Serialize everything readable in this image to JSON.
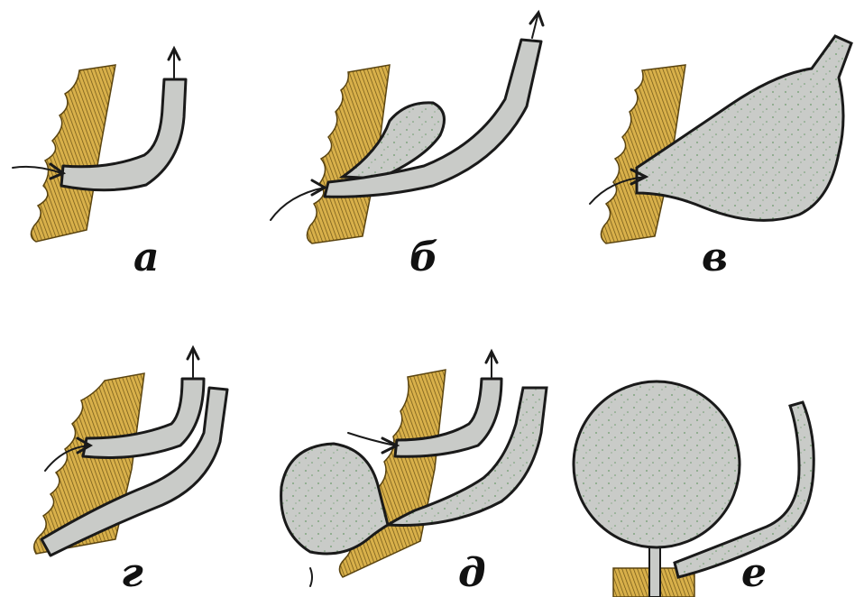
{
  "panels": [
    {
      "id": "a",
      "label": "а"
    },
    {
      "id": "b",
      "label": "б"
    },
    {
      "id": "v",
      "label": "в"
    },
    {
      "id": "g",
      "label": "г"
    },
    {
      "id": "d",
      "label": "д"
    },
    {
      "id": "e",
      "label": "е"
    }
  ],
  "colors": {
    "wall": "#d8b04a",
    "tissue": "#c9cbc8",
    "outline": "#1a1a1a",
    "speckle": "#6a9a6a"
  }
}
